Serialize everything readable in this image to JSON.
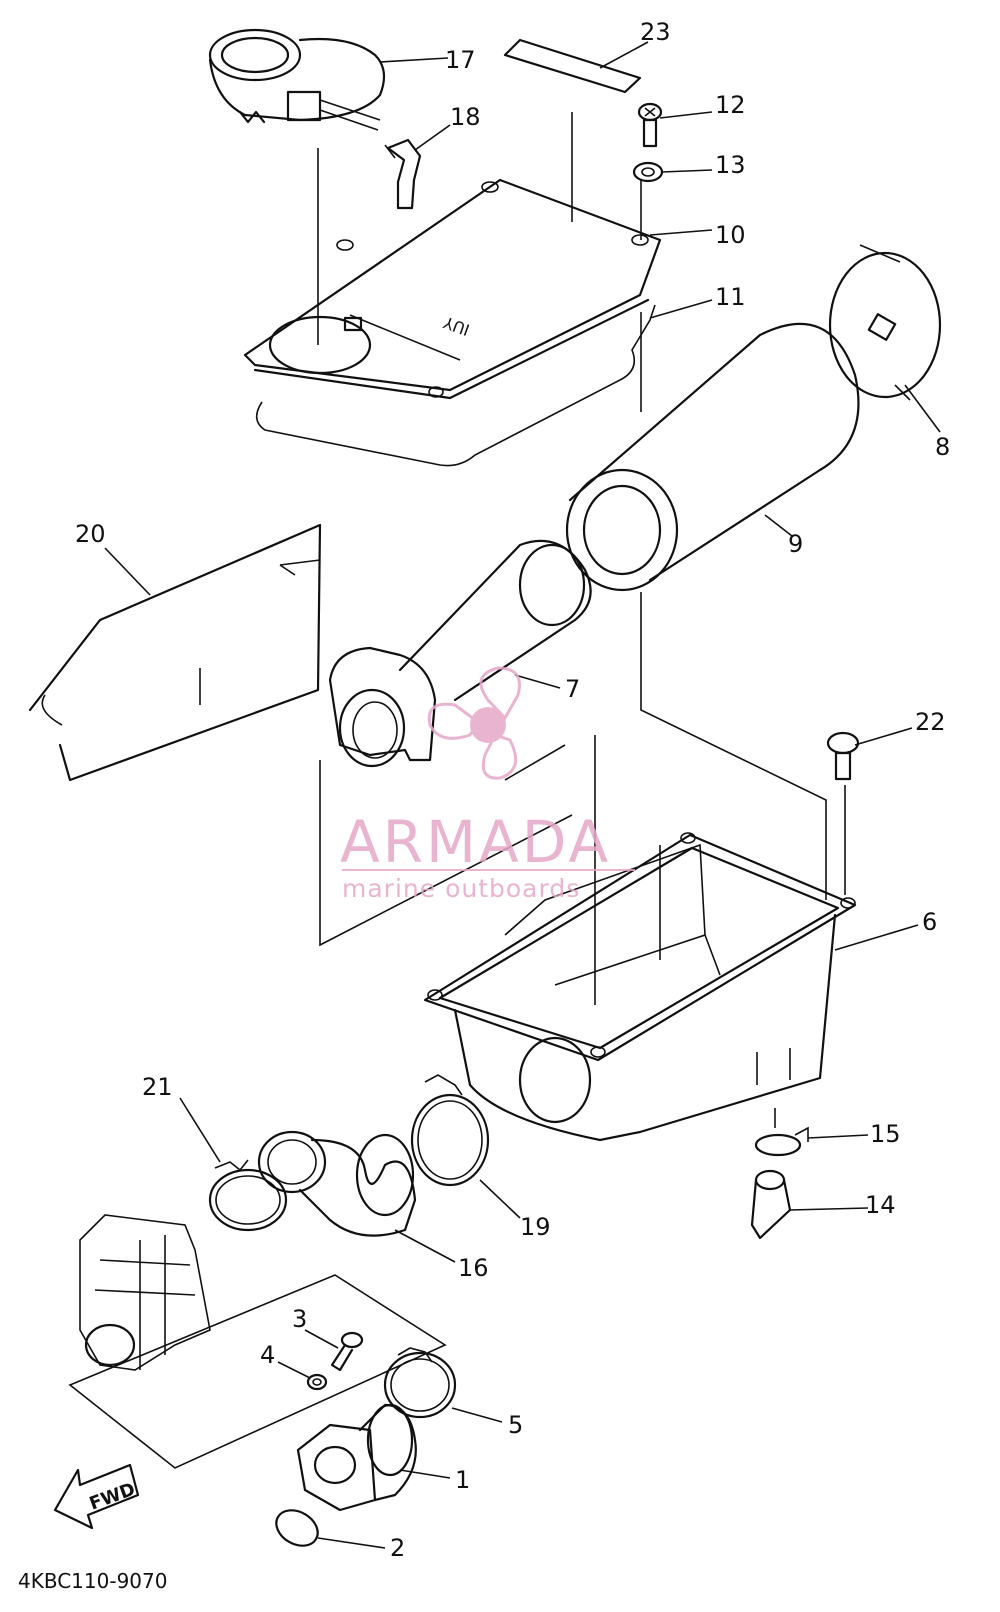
{
  "diagram": {
    "labels": [
      {
        "id": "1",
        "text": "1"
      },
      {
        "id": "2",
        "text": "2"
      },
      {
        "id": "3",
        "text": "3"
      },
      {
        "id": "4",
        "text": "4"
      },
      {
        "id": "5",
        "text": "5"
      },
      {
        "id": "6",
        "text": "6"
      },
      {
        "id": "7",
        "text": "7"
      },
      {
        "id": "8",
        "text": "8"
      },
      {
        "id": "9",
        "text": "9"
      },
      {
        "id": "10",
        "text": "10"
      },
      {
        "id": "11",
        "text": "11"
      },
      {
        "id": "12",
        "text": "12"
      },
      {
        "id": "13",
        "text": "13"
      },
      {
        "id": "14",
        "text": "14"
      },
      {
        "id": "15",
        "text": "15"
      },
      {
        "id": "16",
        "text": "16"
      },
      {
        "id": "17",
        "text": "17"
      },
      {
        "id": "18",
        "text": "18"
      },
      {
        "id": "19",
        "text": "19"
      },
      {
        "id": "20",
        "text": "20"
      },
      {
        "id": "21",
        "text": "21"
      },
      {
        "id": "22",
        "text": "22"
      },
      {
        "id": "23",
        "text": "23"
      }
    ],
    "lid_marking": "IUY",
    "fwd_arrow": "FWD",
    "drawing_code": "4KBC110-9070"
  },
  "watermark": {
    "brand": "ARMADA",
    "tagline": "marine outboards",
    "color": "#e6a8c8"
  }
}
